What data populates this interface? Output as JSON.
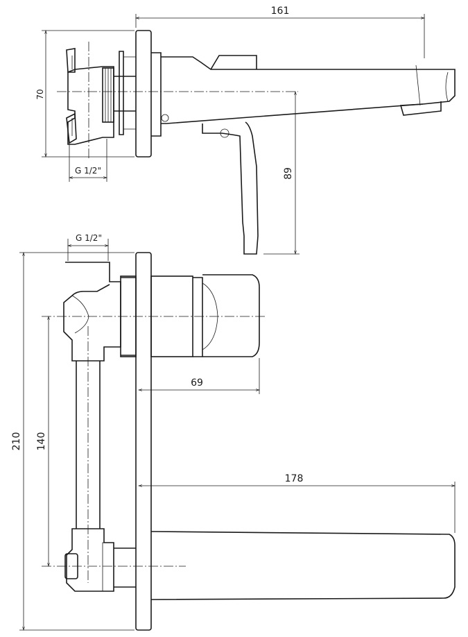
{
  "dimensions": {
    "top_spout_length": "161",
    "top_body_height": "70",
    "top_thread": "G 1/2\"",
    "top_lever_drop": "89",
    "side_thread": "G 1/2\"",
    "side_total_height": "210",
    "side_inlet_spacing": "140",
    "side_handle_depth": "69",
    "side_spout_length": "178"
  }
}
